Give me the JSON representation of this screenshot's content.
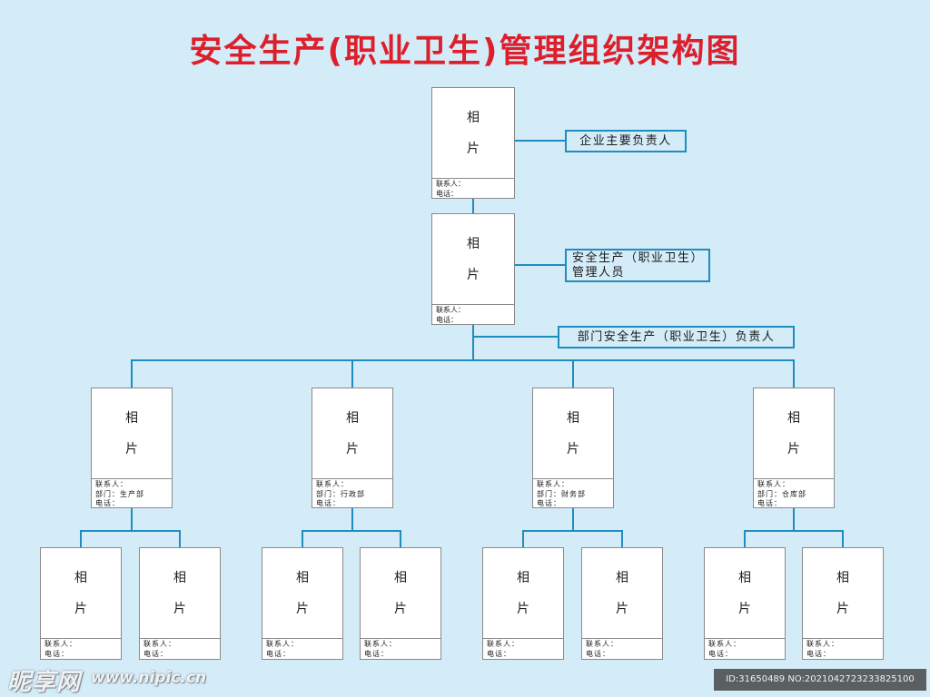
{
  "title": "安全生产(职业卫生)管理组织架构图",
  "photo": {
    "line1": "相",
    "line2": "片"
  },
  "info": {
    "contact": "联系人：",
    "phone": "电话：",
    "department": "部门："
  },
  "roles": {
    "top": "企业主要负责人",
    "manager": {
      "line1": "安全生产（职业卫生）",
      "line2": "管理人员"
    },
    "department_head": "部门安全生产（职业卫生）负责人"
  },
  "departments": [
    "生产部",
    "行政部",
    "财务部",
    "仓库部"
  ],
  "watermark": {
    "logo": "昵享网",
    "url": "www.nipic.cn",
    "id": "ID:31650489 NO:2021042723233825100"
  },
  "colors": {
    "background": "#d4ebf8",
    "title": "#dd1f2b",
    "connector": "#1f8dbf",
    "box_border": "#8a8a8a"
  }
}
